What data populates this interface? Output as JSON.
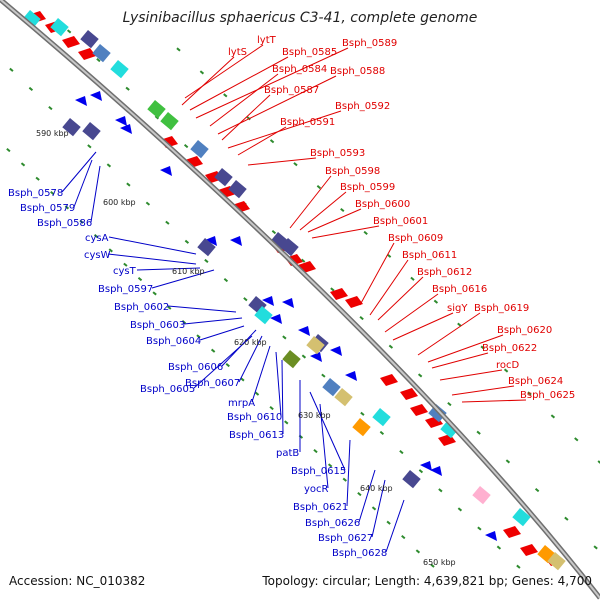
{
  "title": "Lysinibacillus sphaericus C3-41, complete genome",
  "footer": {
    "accession": "Accession: NC_010382",
    "summary": "Topology: circular; Length: 4,639,821 bp; Genes: 4,700"
  },
  "colors": {
    "backbone": "#8a8a8a",
    "forward_cds": "#ee0000",
    "reverse_cds": "#0000ee",
    "label_red": "#e00000",
    "label_blue": "#0000c8",
    "gc_skew": "#2e8b2e",
    "dark_purple": "#484890",
    "cyan": "#22dddd",
    "steel_blue": "#5080c0",
    "olive": "#6b8e23",
    "khaki": "#d4c070",
    "orange": "#ff9a00",
    "pink": "#ffb0d0",
    "green": "#40c040"
  },
  "scale_ticks": [
    "590 kbp",
    "600 kbp",
    "610 kbp",
    "620 kbp",
    "630 kbp",
    "640 kbp",
    "650 kbp"
  ],
  "labels_red": [
    "lytT",
    "lytS",
    "Bsph_0585",
    "Bsph_0589",
    "Bsph_0584",
    "Bsph_0588",
    "Bsph_0587",
    "Bsph_0592",
    "Bsph_0591",
    "Bsph_0593",
    "Bsph_0598",
    "Bsph_0599",
    "Bsph_0600",
    "Bsph_0601",
    "Bsph_0609",
    "Bsph_0611",
    "Bsph_0612",
    "Bsph_0616",
    "sigY",
    "Bsph_0619",
    "Bsph_0620",
    "Bsph_0622",
    "rocD",
    "Bsph_0624",
    "Bsph_0625"
  ],
  "labels_blue": [
    "Bsph_0578",
    "Bsph_0579",
    "Bsph_0586",
    "cysA",
    "cysW",
    "cysT",
    "Bsph_0597",
    "Bsph_0602",
    "Bsph_0603",
    "Bsph_0604",
    "Bsph_0606",
    "Bsph_0607",
    "Bsph_0605",
    "mrpA",
    "Bsph_0610",
    "Bsph_0613",
    "patB",
    "Bsph_0615",
    "yocR",
    "Bsph_0621",
    "Bsph_0626",
    "Bsph_0627",
    "Bsph_0628"
  ]
}
